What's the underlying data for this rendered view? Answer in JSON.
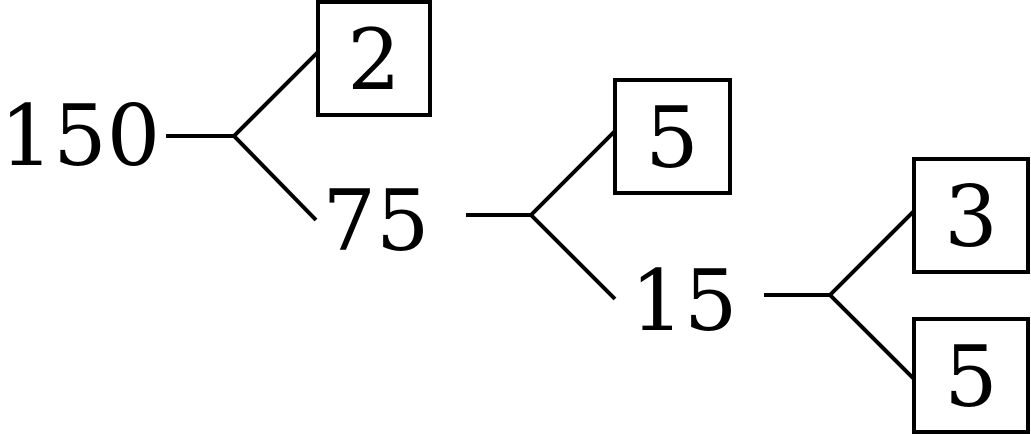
{
  "tree": {
    "root": "150",
    "level1": {
      "prime": "2",
      "composite": "75"
    },
    "level2": {
      "prime": "5",
      "composite": "15"
    },
    "level3": {
      "prime_top": "3",
      "prime_bottom": "5"
    }
  }
}
